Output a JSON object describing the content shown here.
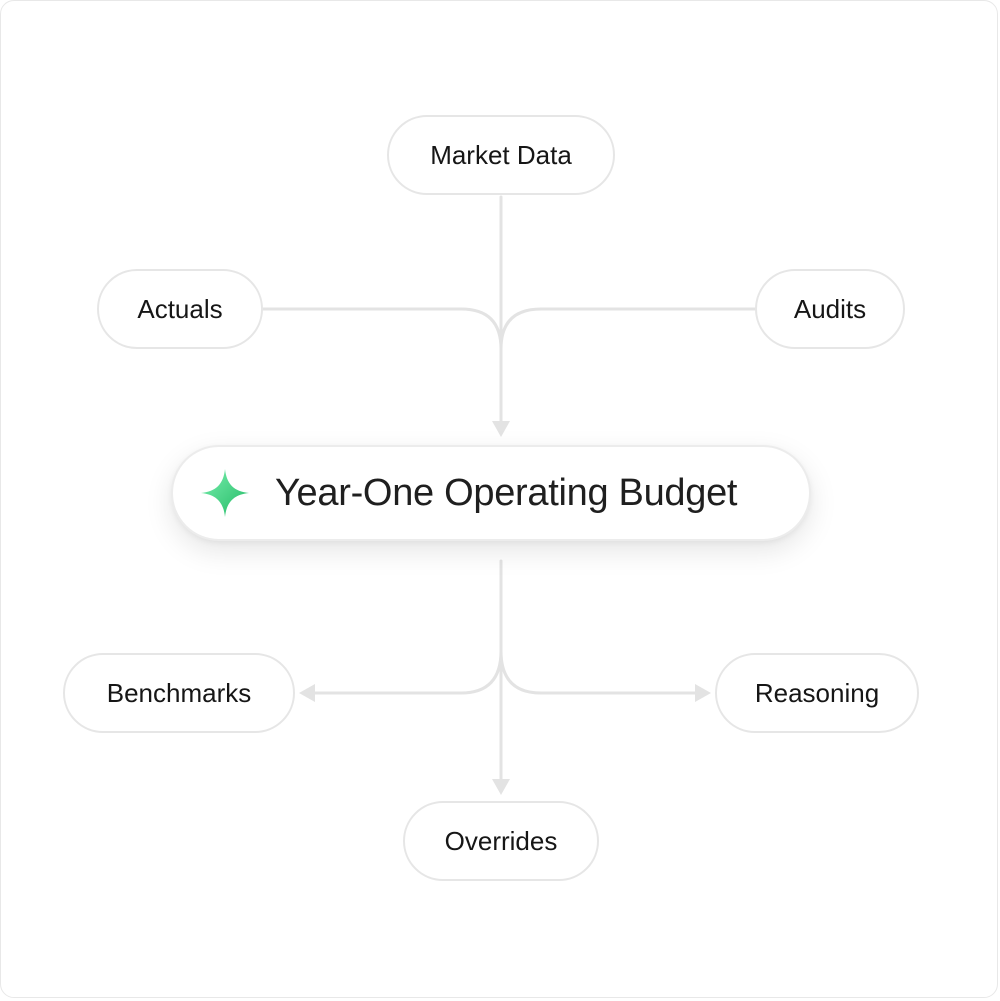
{
  "diagram": {
    "central": {
      "label": "Year-One Operating Budget",
      "icon": "sparkle-icon"
    },
    "inputs": [
      {
        "id": "market",
        "label": "Market Data"
      },
      {
        "id": "actuals",
        "label": "Actuals"
      },
      {
        "id": "audits",
        "label": "Audits"
      }
    ],
    "outputs": [
      {
        "id": "benchmarks",
        "label": "Benchmarks"
      },
      {
        "id": "reasoning",
        "label": "Reasoning"
      },
      {
        "id": "overrides",
        "label": "Overrides"
      }
    ],
    "colors": {
      "connector": "#e3e3e3",
      "node_border": "#e6e6e6",
      "sparkle_light": "#6ee7a3",
      "sparkle_dark": "#22c068",
      "text": "#161616"
    }
  }
}
